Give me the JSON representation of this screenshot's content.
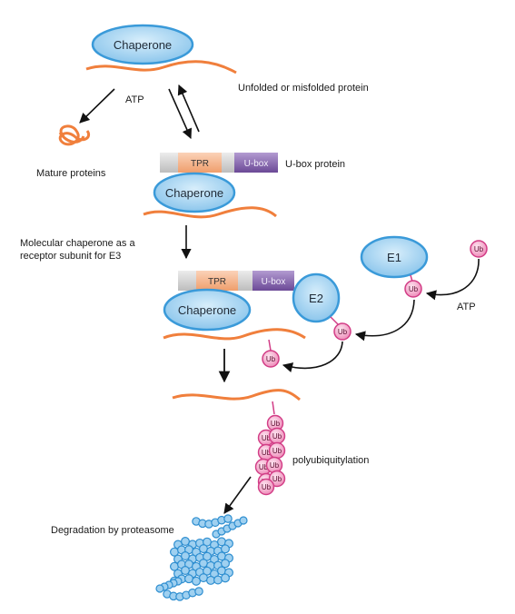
{
  "colors": {
    "chaperone_fill": "#aad4ef",
    "chaperone_stroke": "#3a9ad9",
    "protein_strand": "#f07f3c",
    "tpr_fill": "#f7b48c",
    "ubox_fill": "#7b5aa6",
    "ub_fill": "#f2a6c8",
    "ub_stroke": "#d23d86",
    "proteasome_fill": "#9fd0f0",
    "proteasome_stroke": "#2e8ed0",
    "arrow": "#111111"
  },
  "labels": {
    "chaperone_1": "Chaperone",
    "chaperone_2": "Chaperone",
    "chaperone_3": "Chaperone",
    "unfolded_protein": "Unfolded or misfolded protein",
    "atp_1": "ATP",
    "mature_proteins": "Mature proteins",
    "tpr_1": "TPR",
    "ubox_1": "U-box",
    "ubox_protein": "U-box protein",
    "receptor_line1": "Molecular chaperone as a",
    "receptor_line2": "receptor subunit for E3",
    "tpr_2": "TPR",
    "ubox_2": "U-box",
    "e1": "E1",
    "e2": "E2",
    "atp_2": "ATP",
    "ub": "Ub",
    "polyubiquitylation": "polyubiquitylation",
    "degradation": "Degradation by proteasome"
  },
  "icons": [
    "chaperone-ellipse",
    "protein-strand",
    "ubiquitin-bead",
    "proteasome-icon"
  ]
}
